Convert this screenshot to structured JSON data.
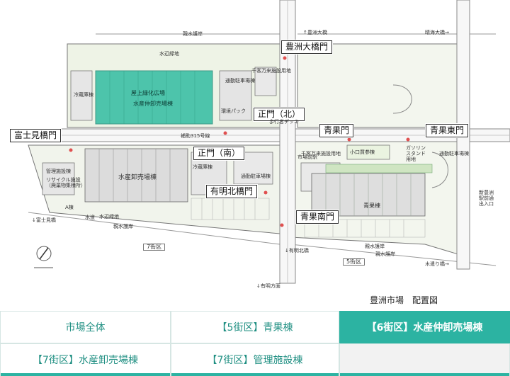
{
  "map": {
    "title": "豊洲市場　配置図",
    "gates": {
      "toyosu_ohashi": "豊洲大橋門",
      "seimon_kita": "正門（北）",
      "fujimi": "富士見橋門",
      "seimon_minami": "正門（南）",
      "ariake_kita": "有明北橋門",
      "seika": "青果門",
      "seika_higashi": "青果東門",
      "seika_minami": "青果南門"
    },
    "labels": {
      "okujo": "屋上緑化広場",
      "suisan_nakaoroshi": "水産仲卸売場棟",
      "suisan_oroshi": "水産卸売場棟",
      "seika_to": "青果棟",
      "district5": "5街区",
      "district7": "7街区",
      "suisui_kouen": "水辺緑地",
      "reizou1": "冷蔵庫棟",
      "reizou2": "冷蔵庫棟",
      "tsukin1": "通勤駐車場棟",
      "tsukin2": "通勤駐車場棟",
      "tsukin3": "通勤駐車場棟",
      "senkyaku1": "千客万来施設用地",
      "senkyaku2": "千客万来施設用地",
      "kankyo": "環境パック",
      "hokosha": "歩行者デッキ",
      "hojo316": "補助315号線",
      "koguchi": "小口買参棟",
      "gasoline": "ガソリン\nスタンド\n用地",
      "kanri": "管理施設棟",
      "recycle": "リサイクル施設\n（廃棄物集積所）",
      "toyosu_ohashi_road": "↑豊洲大橋",
      "harumi_ohashi_road": "晴海大橋→",
      "ariake_kita_road": "↓有明北橋",
      "ariake_houmen": "↓有明方面",
      "fujimi_road": "↓富士見橋",
      "kisui_gogan1": "親水護岸",
      "kisui_gogan2": "親水護岸",
      "kisui_gogan3": "親水護岸",
      "kisui_gogan4": "親水護岸",
      "kisuizuri": "水辺緑地",
      "kido": "木遣り橋→",
      "ichiba_mae": "市場前駅",
      "a_tou": "A棟",
      "suido": "水道",
      "shin_toyosu_station": "新豊洲\n駅前通\n出入口"
    }
  },
  "tabs": [
    {
      "label": "市場全体"
    },
    {
      "label": "【5街区】青果棟"
    },
    {
      "label": "【6街区】水産仲卸売場棟"
    },
    {
      "label": "【7街区】水産卸売場棟"
    },
    {
      "label": "【7街区】管理施設棟"
    },
    {
      "label": ""
    }
  ],
  "colors": {
    "accent": "#2cb3a2",
    "highlight_building": "#3cbfa5",
    "tab_text": "#1f8f82"
  }
}
